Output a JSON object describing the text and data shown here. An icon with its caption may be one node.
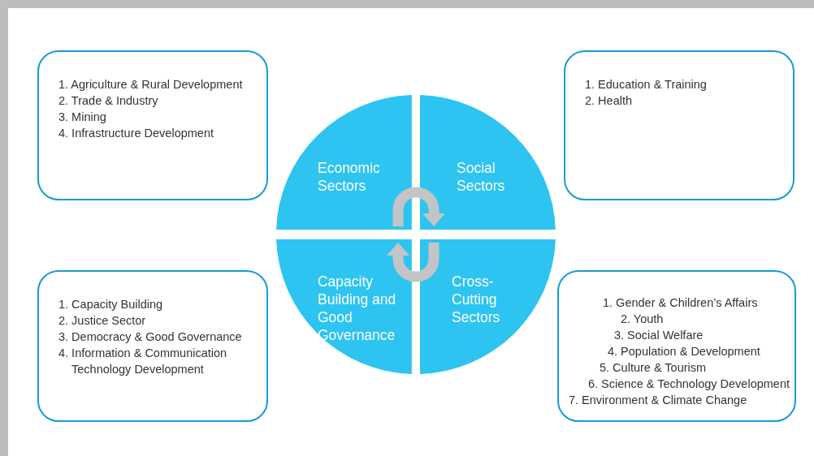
{
  "diagram": {
    "nodes": [
      {
        "text": [
          "1. Agriculture & Rural Development",
          "2. Trade & Industry",
          "3. Mining",
          "4. Infrastructure Development"
        ]
      },
      {
        "text": [
          "1. Education & Training",
          "2. Health"
        ]
      },
      {
        "text": [
          "Economic Sectors"
        ]
      },
      {
        "text": [
          "Social Sectors"
        ]
      },
      {
        "text": [
          "Capacity Building and Good Governance"
        ]
      },
      {
        "text": [
          "Cross-Cutting Sectors"
        ]
      },
      {
        "text": [
          "1. Capacity Building",
          "2. Justice Sector",
          "3. Democracy & Good Governance",
          "4. Information & Communication Technology Development"
        ]
      },
      {
        "text": [
          "1. Gender & Children’s Affairs",
          "2. Youth",
          "3. Social Welfare",
          "4. Population & Development",
          "5. Culture & Tourism",
          "6. Science & Technology Development",
          "7. Environment & Climate Change"
        ]
      }
    ],
    "edges": [
      {
        "from": 2,
        "to": 3,
        "arrow": "to"
      },
      {
        "from": 5,
        "to": 4,
        "arrow": "to"
      }
    ]
  }
}
